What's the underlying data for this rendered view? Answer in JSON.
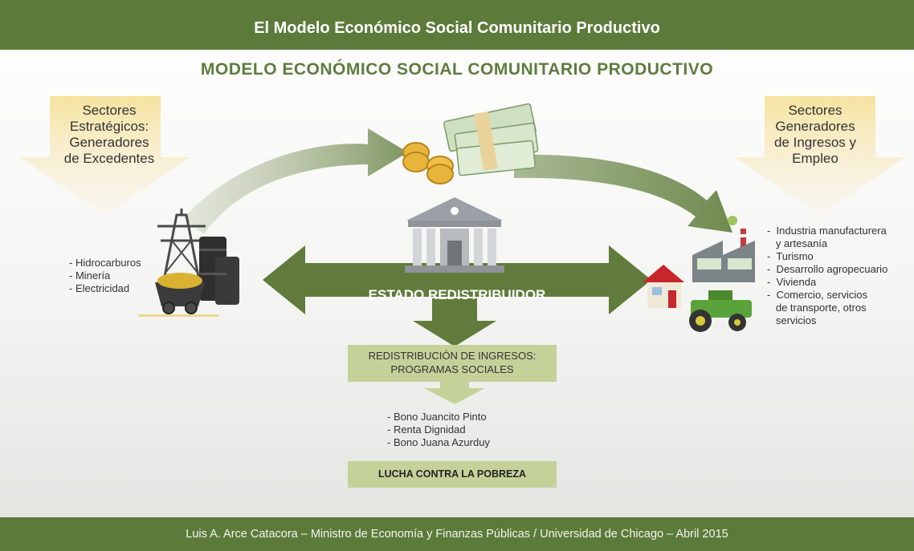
{
  "header": {
    "title": "El Modelo Económico Social Comunitario Productivo"
  },
  "subtitle": "MODELO ECONÓMICO SOCIAL COMUNITARIO PRODUCTIVO",
  "left_sector": {
    "title_lines": [
      "Sectores",
      "Estratégicos:",
      "Generadores",
      "de Excedentes"
    ],
    "items": [
      "- Hidrocarburos",
      "- Minería",
      "- Electricidad"
    ]
  },
  "right_sector": {
    "title_lines": [
      "Sectores",
      "Generadores",
      "de Ingresos y",
      "Empleo"
    ],
    "items": [
      "-  Industria manufacturera",
      "   y artesanía",
      "-  Turismo",
      "-  Desarrollo agropecuario",
      "-  Vivienda",
      "-  Comercio, servicios",
      "   de transporte, otros",
      "   servicios"
    ]
  },
  "center": {
    "state_label": "ESTADO REDISTRIBUIDOR",
    "redistribution_lines": [
      "REDISTRIBUCIÓN DE INGRESOS:",
      "PROGRAMAS SOCIALES"
    ],
    "programs": [
      "- Bono Juancito Pinto",
      "- Renta Dignidad",
      "- Bono Juana Azurduy"
    ],
    "outcome": "LUCHA CONTRA LA POBREZA"
  },
  "icons": {
    "money": "money-stack-icon",
    "bank": "bank-building-icon",
    "extraction": "power-tower-mining-icon",
    "industry": "factory-house-tractor-icon"
  },
  "colors": {
    "dark_green": "#5c7b3a",
    "arrow_green": "#617b3c",
    "light_green": "#c4d29a",
    "gold": "#f2d47a"
  },
  "footer": {
    "text": "Luis A. Arce Catacora – Ministro de Economía y Finanzas Públicas   /   Universidad de Chicago – Abril 2015"
  }
}
